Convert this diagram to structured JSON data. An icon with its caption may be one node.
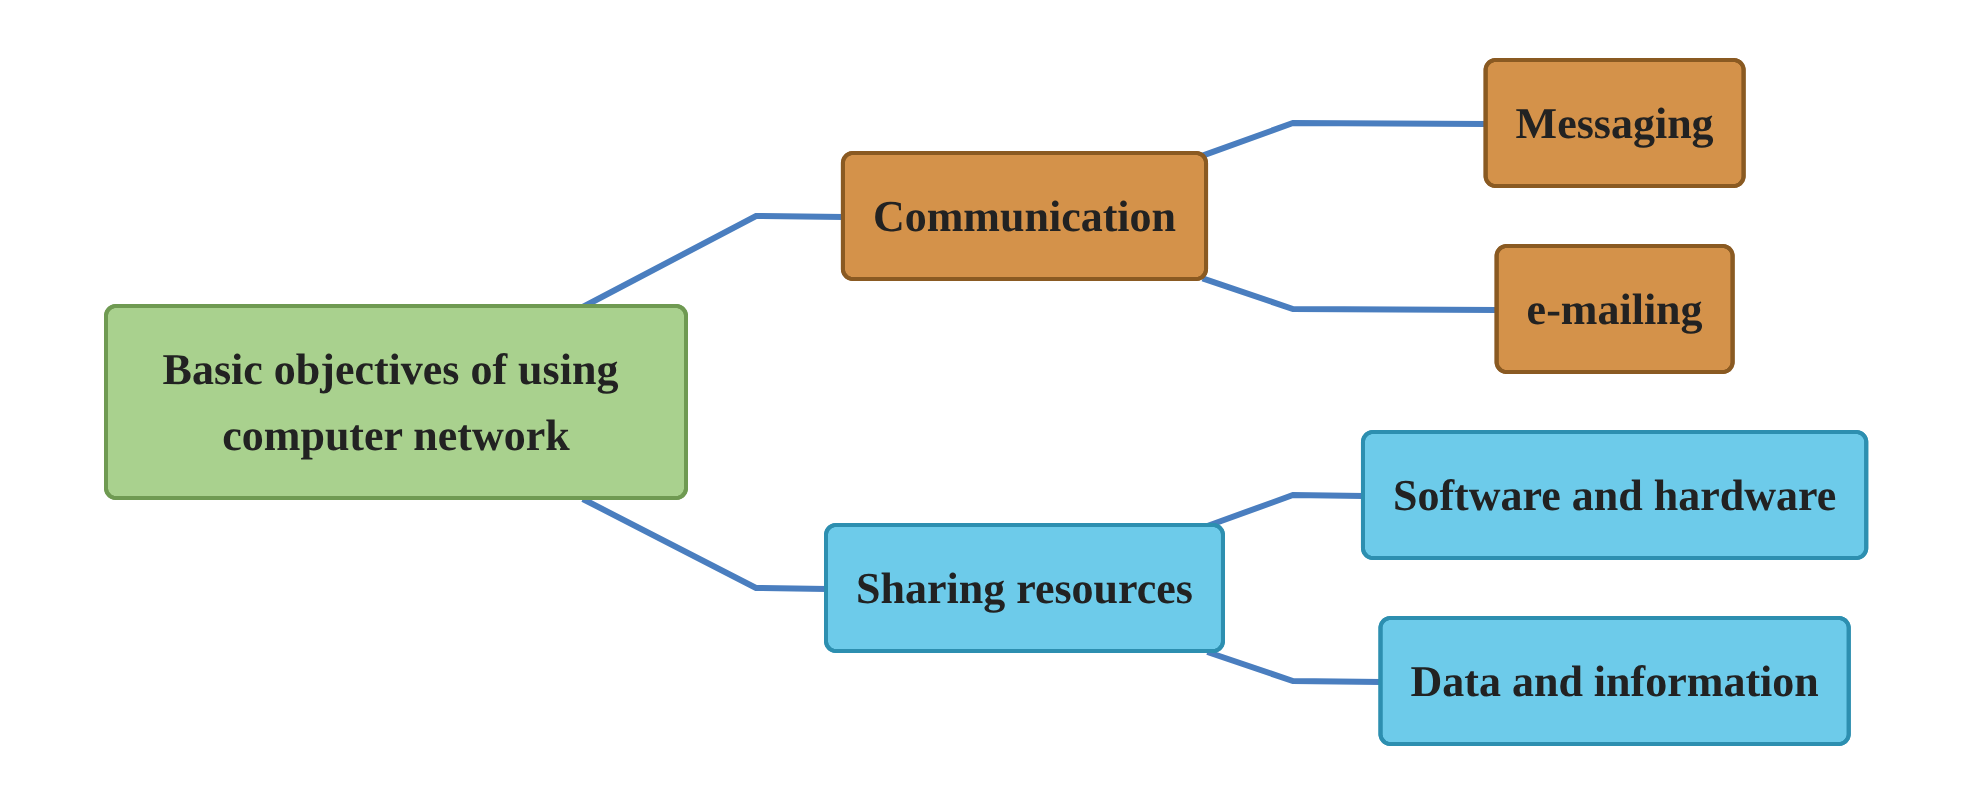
{
  "diagram": {
    "nodes": [
      {
        "text": [
          "Basic objectives of using computer network"
        ]
      },
      {
        "text": [
          "Communication"
        ]
      },
      {
        "text": [
          "Messaging"
        ]
      },
      {
        "text": [
          "e-mailing"
        ]
      },
      {
        "text": [
          "Sharing resources"
        ]
      },
      {
        "text": [
          "Software and hardware"
        ]
      },
      {
        "text": [
          "Data and information"
        ]
      }
    ],
    "edges": [
      {
        "from": 0,
        "to": 1,
        "arrow": "none"
      },
      {
        "from": 0,
        "to": 4,
        "arrow": "none"
      },
      {
        "from": 1,
        "to": 2,
        "arrow": "none"
      },
      {
        "from": 1,
        "to": 3,
        "arrow": "none"
      },
      {
        "from": 4,
        "to": 5,
        "arrow": "none"
      },
      {
        "from": 4,
        "to": 6,
        "arrow": "none"
      }
    ]
  }
}
